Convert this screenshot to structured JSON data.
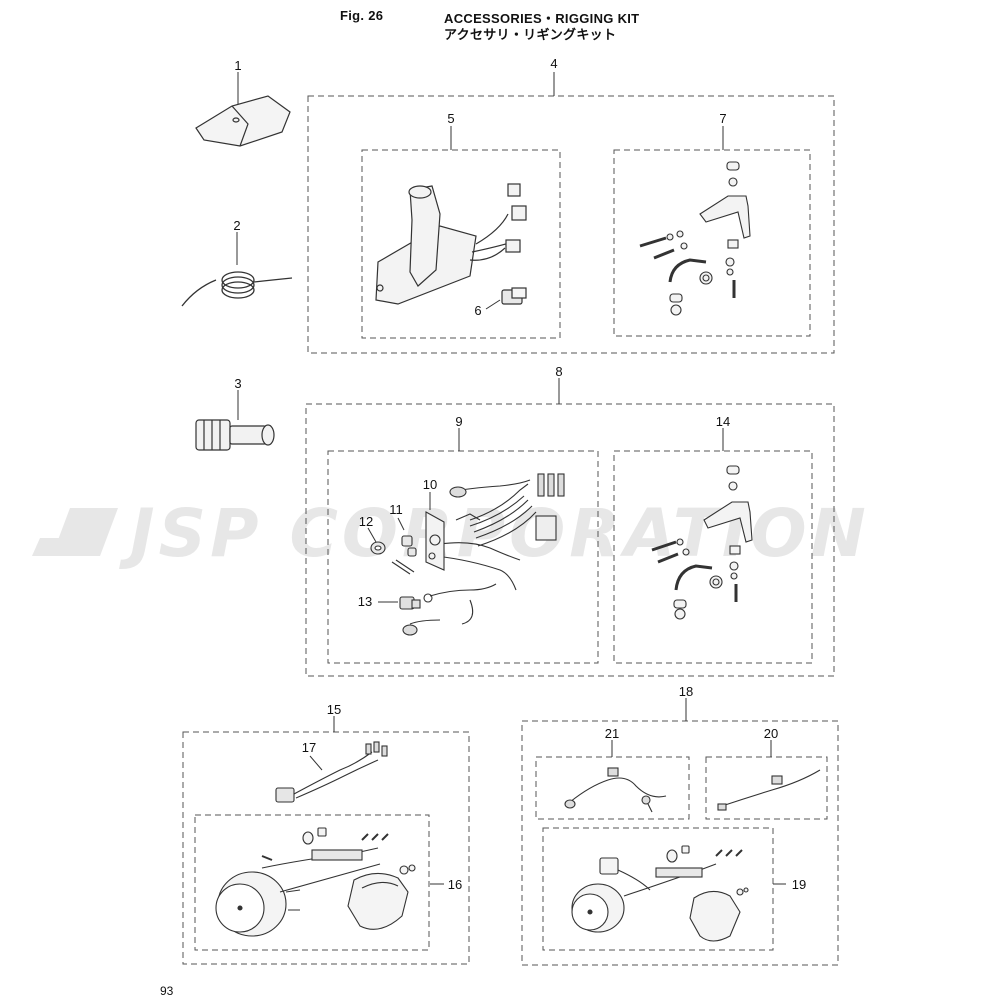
{
  "header": {
    "fig_label": "Fig. 26",
    "title_en": "ACCESSORIES・RIGGING KIT",
    "title_jp": "アクセサリ・リギングキット"
  },
  "page_number": "93",
  "watermark": "JSP CORPORATION",
  "callouts": {
    "c1": "1",
    "c2": "2",
    "c3": "3",
    "c4": "4",
    "c5": "5",
    "c6": "6",
    "c7": "7",
    "c8": "8",
    "c9": "9",
    "c10": "10",
    "c11": "11",
    "c12": "12",
    "c13": "13",
    "c14": "14",
    "c15": "15",
    "c16": "16",
    "c17": "17",
    "c18": "18",
    "c19": "19",
    "c20": "20",
    "c21": "21"
  },
  "colors": {
    "line": "#333333",
    "dash": "#555555",
    "watermark": "#e7e7e7"
  }
}
